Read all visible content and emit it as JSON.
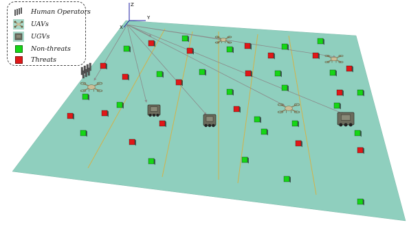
{
  "legend": {
    "human_operators": "Human Operators",
    "uavs": "UAVs",
    "ugvs": "UGVs",
    "non_threats": "Non-threats",
    "threats": "Threats"
  },
  "axes": {
    "x": "X",
    "y": "Y",
    "z": "Z"
  },
  "colors": {
    "ground": "#8fcfbe",
    "boundary": "#d2b24a",
    "path": "#8a8a8a",
    "non_threat": "#16d616",
    "threat": "#e01818",
    "uav": "#cdbd96",
    "ugv": "#6b6b5c"
  },
  "icons": {
    "human_operators": "operator-group-icon",
    "uav": "quadcopter-icon",
    "ugv": "armored-vehicle-icon",
    "non_threat": "green-cube-icon",
    "threat": "red-cube-icon"
  }
}
